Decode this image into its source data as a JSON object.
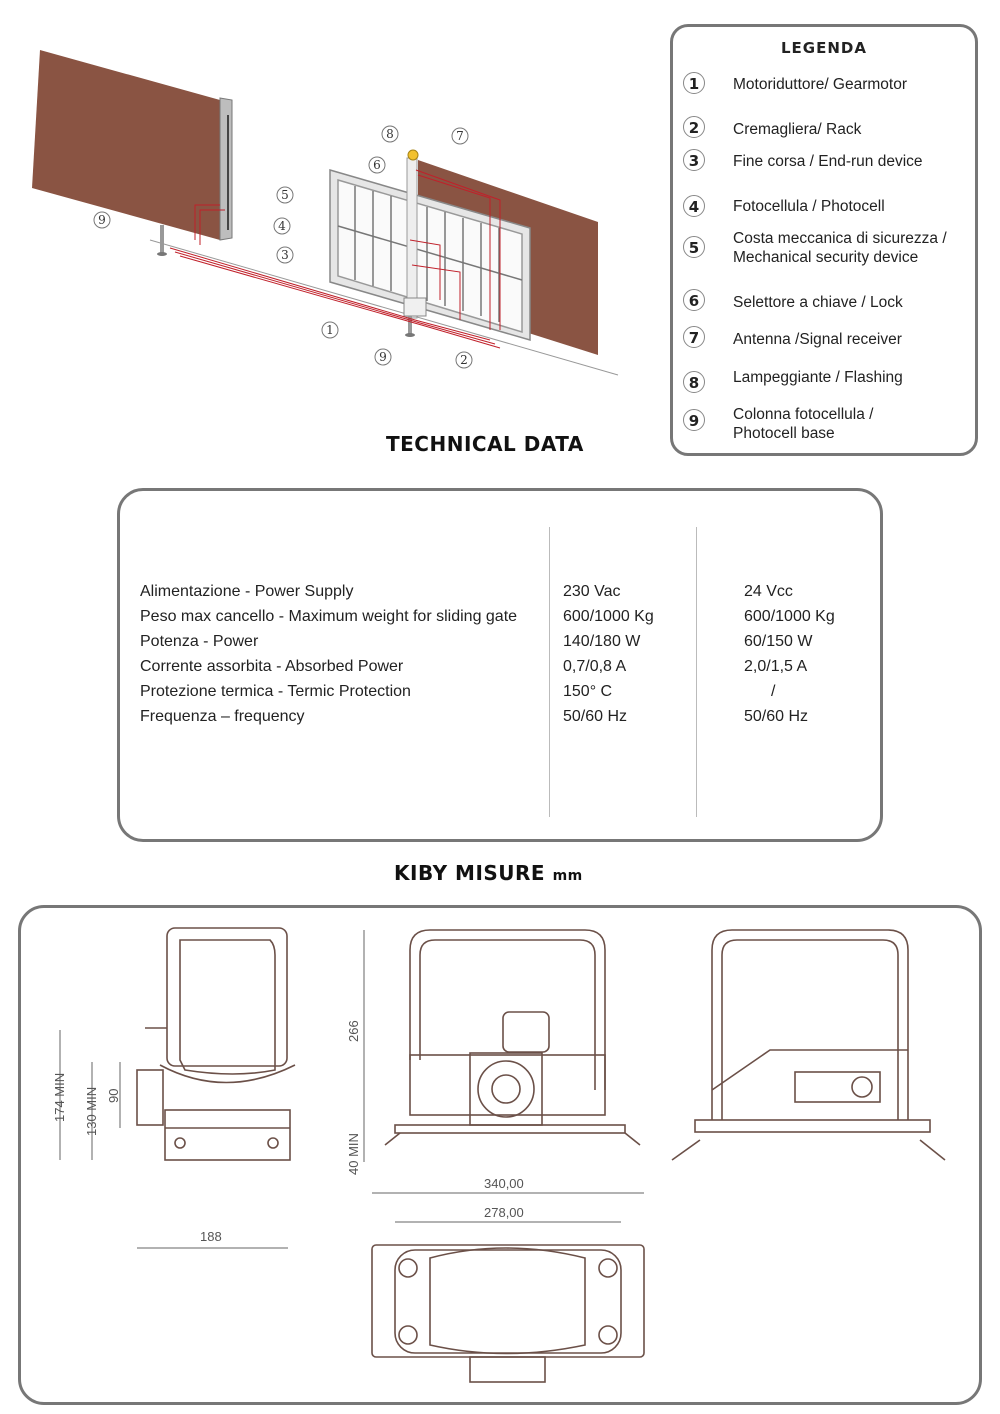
{
  "legend": {
    "title": "LEGENDA",
    "items": [
      {
        "num": "1",
        "label": "Motoriduttore/ Gearmotor"
      },
      {
        "num": "2",
        "label": "Cremagliera/ Rack"
      },
      {
        "num": "3",
        "label": "Fine corsa / End-run device"
      },
      {
        "num": "4",
        "label": "Fotocellula / Photocell"
      },
      {
        "num": "5",
        "label": "Costa meccanica di sicurezza / Mechanical security device"
      },
      {
        "num": "6",
        "label": "Selettore a chiave / Lock"
      },
      {
        "num": "7",
        "label": "Antenna /Signal receiver"
      },
      {
        "num": "8",
        "label": "Lampeggiante / Flashing"
      },
      {
        "num": "9",
        "label": "Colonna fotocellula / Photocell base"
      }
    ]
  },
  "diagram": {
    "callouts": [
      "1",
      "2",
      "3",
      "4",
      "5",
      "6",
      "7",
      "8",
      "9",
      "9"
    ],
    "colors": {
      "wall": "#8a5443",
      "gate": "#c8c8c8",
      "wire": "#c0202a"
    }
  },
  "technical": {
    "title": "TECHNICAL DATA",
    "rows": [
      {
        "label": "Alimentazione - Power Supply",
        "v230": "230 Vac",
        "v24": "24 Vcc"
      },
      {
        "label": "Peso  max cancello - Maximum weight for sliding gate",
        "v230": "600/1000 Kg",
        "v24": "600/1000 Kg"
      },
      {
        "label": "Potenza -  Power",
        "v230": "140/180 W",
        "v24": "60/150 W"
      },
      {
        "label": "Corrente assorbita - Absorbed Power",
        "v230": "0,7/0,8 A",
        "v24": "2,0/1,5 A"
      },
      {
        "label": "Protezione termica - Termic Protection",
        "v230": "150° C",
        "v24": "/"
      },
      {
        "label": "Frequenza – frequency",
        "v230": "50/60 Hz",
        "v24": "50/60 Hz"
      }
    ]
  },
  "measures": {
    "title": "KIBY MISURE",
    "unit": "mm",
    "dims": {
      "d174": "174 MIN",
      "d130": "130 MIN",
      "d90": "90",
      "d188": "188",
      "d266": "266",
      "d40": "40 MIN",
      "d340": "340,00",
      "d278": "278,00"
    }
  }
}
